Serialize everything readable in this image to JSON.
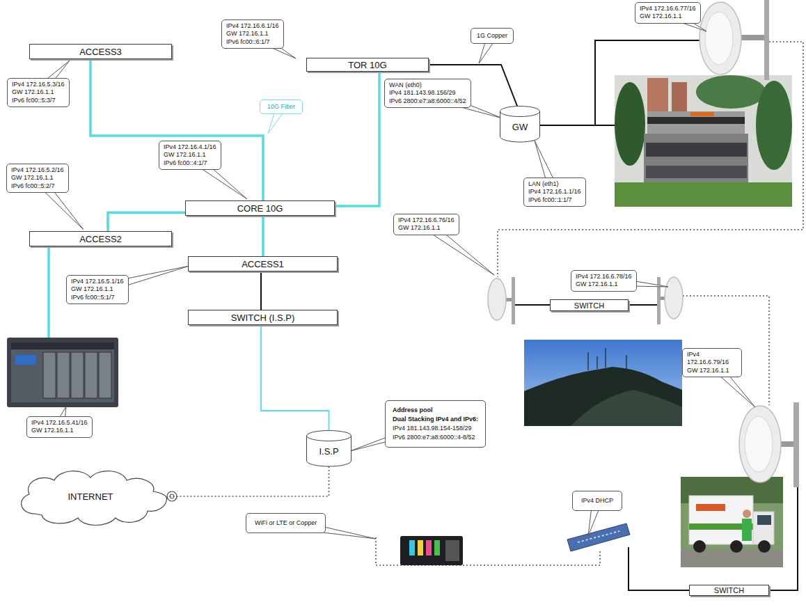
{
  "diagram": {
    "nodes": [
      {
        "text": [
          "IPv4 172.16.6.77/16",
          "GW 172.16.1.1"
        ]
      },
      {
        "text": [
          "IPv4 172.16.6.1/16",
          "GW 172.16.1.1",
          "IPv6 fc00::6:1/7"
        ]
      },
      {
        "text": [
          "1G Copper"
        ]
      },
      {
        "text": [
          "ACCESS3"
        ]
      },
      {
        "text": [
          "TOR 10G"
        ]
      },
      {
        "text": [
          "IPv4 172.16.5.3/16",
          "GW 172.16.1.1",
          "IPv6 fc00::5:3/7"
        ]
      },
      {
        "text": [
          "WAN (eth0)",
          "IPv4 181.143.98.156/29",
          "IPv6 2800:e7:a8:6000::4/52"
        ]
      },
      {
        "text": [
          "10G Fiber"
        ]
      },
      {
        "text": [
          "GW"
        ]
      },
      {
        "text": [
          "IPv4 172.16.4.1/16",
          "GW 172.16.1.1",
          "IPv6 fc00::4:1/7"
        ]
      },
      {
        "text": [
          "IPv4 172.16.5.2/16",
          "GW 172.16.1.1",
          "IPv6 fc00::5:2/7"
        ]
      },
      {
        "text": [
          "LAN (eth1)",
          "IPv4 172.16.1.1/16",
          "IPv6 fc00::1:1/7"
        ]
      },
      {
        "text": [
          "CORE 10G"
        ]
      },
      {
        "text": [
          "IPv4 172.16.6.76/16",
          "GW 172.16.1.1"
        ]
      },
      {
        "text": [
          "ACCESS2"
        ]
      },
      {
        "text": [
          "ACCESS1"
        ]
      },
      {
        "text": [
          "IPv4 172.16.6.78/16",
          "GW 172.16.1.1"
        ]
      },
      {
        "text": [
          "IPv4 172.16.5.1/16",
          "GW 172.16.1.1",
          "IPv6 fc00::5:1/7"
        ]
      },
      {
        "text": [
          "SWITCH"
        ]
      },
      {
        "text": [
          "SWITCH (I.S.P)"
        ]
      },
      {
        "text": [
          "IPv4 172.16.6.79/16",
          "GW 172.16.1.1"
        ]
      },
      {
        "text": [
          "Address pool",
          "Dual Stacking IPv4 and IPv6:",
          "IPv4 181.143.98.154-158/29",
          "IPv6 2800:e7:a8:6000::4-8/52"
        ]
      },
      {
        "text": [
          "IPv4 172.16.5.41/16",
          "GW 172.16.1.1"
        ]
      },
      {
        "text": [
          "I.S.P"
        ]
      },
      {
        "text": [
          "INTERNET"
        ]
      },
      {
        "text": [
          "IPv4 DHCP"
        ]
      },
      {
        "text": [
          "WiFi or LTE or Copper"
        ]
      },
      {
        "text": [
          "SWITCH"
        ]
      }
    ],
    "edges": [
      {
        "from": 3,
        "to": 12,
        "arrow": "none"
      },
      {
        "from": 12,
        "to": 4,
        "arrow": "none"
      },
      {
        "from": 12,
        "to": 14,
        "arrow": "none"
      },
      {
        "from": 12,
        "to": 15,
        "arrow": "none"
      },
      {
        "from": 4,
        "to": 8,
        "arrow": "none"
      },
      {
        "from": 15,
        "to": 19,
        "arrow": "none"
      },
      {
        "from": 19,
        "to": 23,
        "arrow": "none"
      },
      {
        "from": 23,
        "to": 24,
        "arrow": "none"
      }
    ]
  }
}
